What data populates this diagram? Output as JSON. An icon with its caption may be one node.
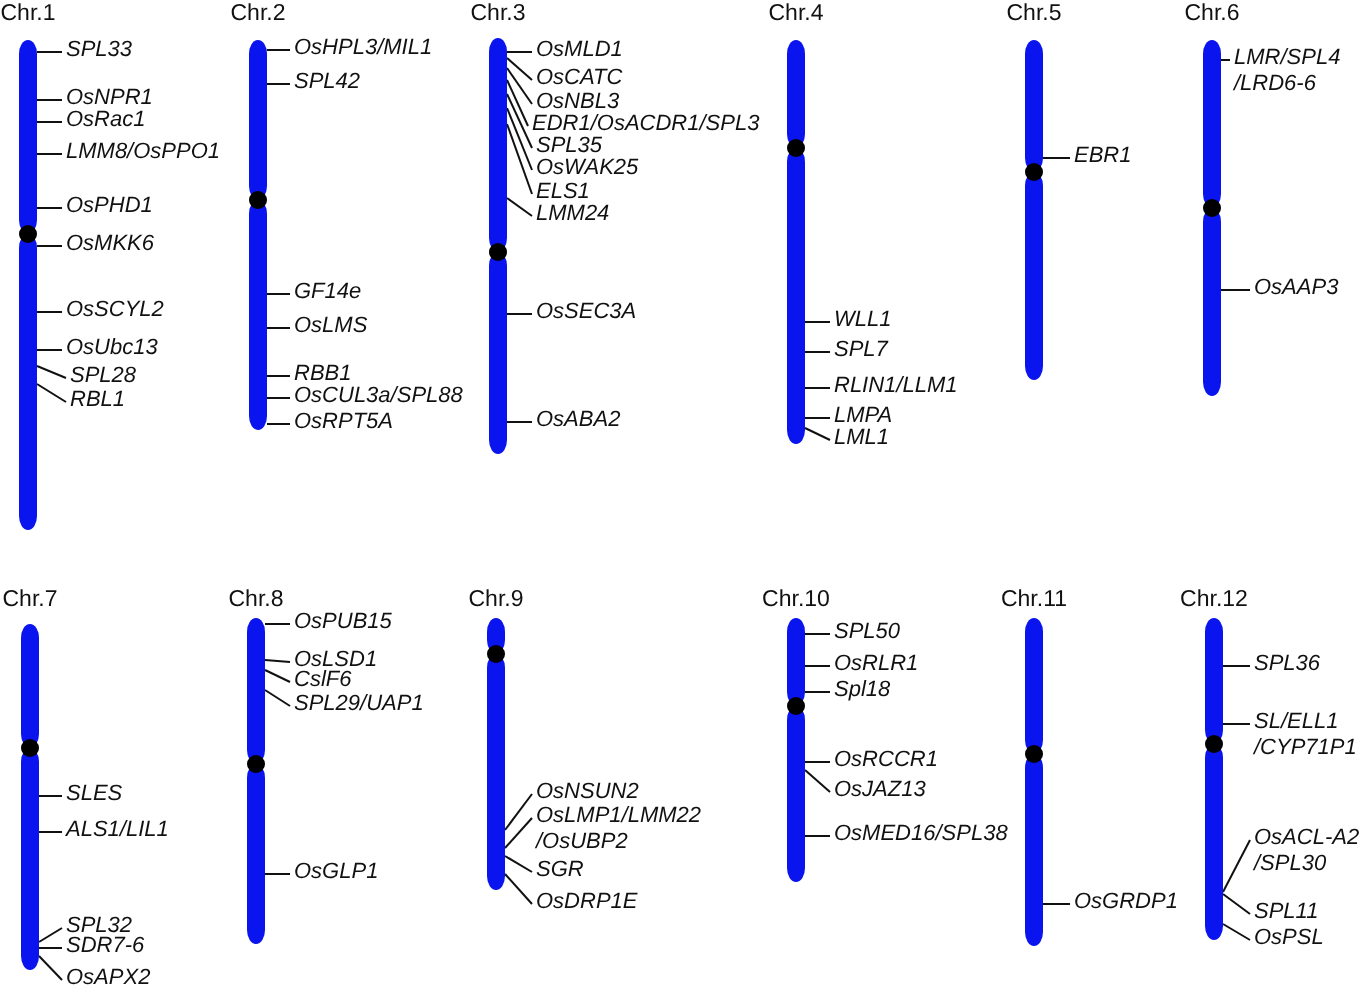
{
  "diagram": {
    "nodes": [
      {
        "text": [
          "Chr.1"
        ]
      },
      {
        "text": [
          "SPL33"
        ]
      },
      {
        "text": [
          "OsNPR1"
        ]
      },
      {
        "text": [
          "OsRac1"
        ]
      },
      {
        "text": [
          "LMM8/OsPPO1"
        ]
      },
      {
        "text": [
          "OsPHD1"
        ]
      },
      {
        "text": [
          "OsMKK6"
        ]
      },
      {
        "text": [
          "OsSCYL2"
        ]
      },
      {
        "text": [
          "OsUbc13"
        ]
      },
      {
        "text": [
          "SPL28"
        ]
      },
      {
        "text": [
          "RBL1"
        ]
      },
      {
        "text": [
          "Chr.2"
        ]
      },
      {
        "text": [
          "OsHPL3/MIL1"
        ]
      },
      {
        "text": [
          "SPL42"
        ]
      },
      {
        "text": [
          "GF14e"
        ]
      },
      {
        "text": [
          "OsLMS"
        ]
      },
      {
        "text": [
          "RBB1"
        ]
      },
      {
        "text": [
          "OsCUL3a/SPL88"
        ]
      },
      {
        "text": [
          "OsRPT5A"
        ]
      },
      {
        "text": [
          "Chr.3"
        ]
      },
      {
        "text": [
          "OsMLD1"
        ]
      },
      {
        "text": [
          "OsCATC"
        ]
      },
      {
        "text": [
          "OsNBL3"
        ]
      },
      {
        "text": [
          "EDR1/OsACDR1/SPL3"
        ]
      },
      {
        "text": [
          "SPL35"
        ]
      },
      {
        "text": [
          "OsWAK25"
        ]
      },
      {
        "text": [
          "ELS1"
        ]
      },
      {
        "text": [
          "LMM24"
        ]
      },
      {
        "text": [
          "OsSEC3A"
        ]
      },
      {
        "text": [
          "OsABA2"
        ]
      },
      {
        "text": [
          "Chr.4"
        ]
      },
      {
        "text": [
          "WLL1"
        ]
      },
      {
        "text": [
          "SPL7"
        ]
      },
      {
        "text": [
          "RLIN1/LLM1"
        ]
      },
      {
        "text": [
          "LMPA"
        ]
      },
      {
        "text": [
          "LML1"
        ]
      },
      {
        "text": [
          "Chr.5"
        ]
      },
      {
        "text": [
          "EBR1"
        ]
      },
      {
        "text": [
          "Chr.6"
        ]
      },
      {
        "text": [
          "LMR/SPL4 /LRD6-6"
        ]
      },
      {
        "text": [
          "OsAAP3"
        ]
      },
      {
        "text": [
          "Chr.7"
        ]
      },
      {
        "text": [
          "SLES"
        ]
      },
      {
        "text": [
          "ALS1/LIL1"
        ]
      },
      {
        "text": [
          "SPL32"
        ]
      },
      {
        "text": [
          "SDR7-6"
        ]
      },
      {
        "text": [
          "OsAPX2"
        ]
      },
      {
        "text": [
          "Chr.8"
        ]
      },
      {
        "text": [
          "OsPUB15"
        ]
      },
      {
        "text": [
          "OsLSD1"
        ]
      },
      {
        "text": [
          "CslF6"
        ]
      },
      {
        "text": [
          "SPL29/UAP1"
        ]
      },
      {
        "text": [
          "OsGLP1"
        ]
      },
      {
        "text": [
          "Chr.9"
        ]
      },
      {
        "text": [
          "OsNSUN2"
        ]
      },
      {
        "text": [
          "OsLMP1/LMM22 /OsUBP2"
        ]
      },
      {
        "text": [
          "SGR"
        ]
      },
      {
        "text": [
          "OsDRP1E"
        ]
      },
      {
        "text": [
          "Chr.10"
        ]
      },
      {
        "text": [
          "SPL50"
        ]
      },
      {
        "text": [
          "OsRLR1"
        ]
      },
      {
        "text": [
          "Spl18"
        ]
      },
      {
        "text": [
          "OsRCCR1"
        ]
      },
      {
        "text": [
          "OsJAZ13"
        ]
      },
      {
        "text": [
          "OsMED16/SPL38"
        ]
      },
      {
        "text": [
          "Chr.11"
        ]
      },
      {
        "text": [
          "OsGRDP1"
        ]
      },
      {
        "text": [
          "Chr.12"
        ]
      },
      {
        "text": [
          "SPL36"
        ]
      },
      {
        "text": [
          "SL/ELL1 /CYP71P1"
        ]
      },
      {
        "text": [
          "OsACL-A2 /SPL30"
        ]
      },
      {
        "text": [
          "SPL11"
        ]
      },
      {
        "text": [
          "OsPSL"
        ]
      }
    ],
    "edges": [
      {
        "from": 1,
        "to": 0,
        "arrow": "none"
      },
      {
        "from": 2,
        "to": 0,
        "arrow": "none"
      },
      {
        "from": 3,
        "to": 0,
        "arrow": "none"
      },
      {
        "from": 4,
        "to": 0,
        "arrow": "none"
      },
      {
        "from": 5,
        "to": 0,
        "arrow": "none"
      },
      {
        "from": 6,
        "to": 0,
        "arrow": "none"
      },
      {
        "from": 7,
        "to": 0,
        "arrow": "none"
      },
      {
        "from": 8,
        "to": 0,
        "arrow": "none"
      },
      {
        "from": 9,
        "to": 0,
        "arrow": "none"
      },
      {
        "from": 10,
        "to": 0,
        "arrow": "none"
      },
      {
        "from": 12,
        "to": 11,
        "arrow": "none"
      },
      {
        "from": 13,
        "to": 11,
        "arrow": "none"
      },
      {
        "from": 14,
        "to": 11,
        "arrow": "none"
      },
      {
        "from": 15,
        "to": 11,
        "arrow": "none"
      },
      {
        "from": 16,
        "to": 11,
        "arrow": "none"
      },
      {
        "from": 17,
        "to": 11,
        "arrow": "none"
      },
      {
        "from": 18,
        "to": 11,
        "arrow": "none"
      },
      {
        "from": 20,
        "to": 19,
        "arrow": "none"
      },
      {
        "from": 21,
        "to": 19,
        "arrow": "none"
      },
      {
        "from": 22,
        "to": 19,
        "arrow": "none"
      },
      {
        "from": 23,
        "to": 19,
        "arrow": "none"
      },
      {
        "from": 24,
        "to": 19,
        "arrow": "none"
      },
      {
        "from": 25,
        "to": 19,
        "arrow": "none"
      },
      {
        "from": 26,
        "to": 19,
        "arrow": "none"
      },
      {
        "from": 27,
        "to": 19,
        "arrow": "none"
      },
      {
        "from": 28,
        "to": 19,
        "arrow": "none"
      },
      {
        "from": 29,
        "to": 19,
        "arrow": "none"
      },
      {
        "from": 31,
        "to": 30,
        "arrow": "none"
      },
      {
        "from": 32,
        "to": 30,
        "arrow": "none"
      },
      {
        "from": 33,
        "to": 30,
        "arrow": "none"
      },
      {
        "from": 34,
        "to": 30,
        "arrow": "none"
      },
      {
        "from": 35,
        "to": 30,
        "arrow": "none"
      },
      {
        "from": 37,
        "to": 36,
        "arrow": "none"
      },
      {
        "from": 39,
        "to": 38,
        "arrow": "none"
      },
      {
        "from": 40,
        "to": 38,
        "arrow": "none"
      },
      {
        "from": 42,
        "to": 41,
        "arrow": "none"
      },
      {
        "from": 43,
        "to": 41,
        "arrow": "none"
      },
      {
        "from": 44,
        "to": 41,
        "arrow": "none"
      },
      {
        "from": 45,
        "to": 41,
        "arrow": "none"
      },
      {
        "from": 46,
        "to": 41,
        "arrow": "none"
      },
      {
        "from": 48,
        "to": 47,
        "arrow": "none"
      },
      {
        "from": 49,
        "to": 47,
        "arrow": "none"
      },
      {
        "from": 50,
        "to": 47,
        "arrow": "none"
      },
      {
        "from": 51,
        "to": 47,
        "arrow": "none"
      },
      {
        "from": 52,
        "to": 47,
        "arrow": "none"
      },
      {
        "from": 54,
        "to": 53,
        "arrow": "none"
      },
      {
        "from": 55,
        "to": 53,
        "arrow": "none"
      },
      {
        "from": 56,
        "to": 53,
        "arrow": "none"
      },
      {
        "from": 57,
        "to": 53,
        "arrow": "none"
      },
      {
        "from": 59,
        "to": 58,
        "arrow": "none"
      },
      {
        "from": 60,
        "to": 58,
        "arrow": "none"
      },
      {
        "from": 61,
        "to": 58,
        "arrow": "none"
      },
      {
        "from": 62,
        "to": 58,
        "arrow": "none"
      },
      {
        "from": 63,
        "to": 58,
        "arrow": "none"
      },
      {
        "from": 64,
        "to": 58,
        "arrow": "none"
      },
      {
        "from": 66,
        "to": 65,
        "arrow": "none"
      },
      {
        "from": 68,
        "to": 67,
        "arrow": "none"
      },
      {
        "from": 69,
        "to": 67,
        "arrow": "none"
      },
      {
        "from": 70,
        "to": 67,
        "arrow": "none"
      },
      {
        "from": 71,
        "to": 67,
        "arrow": "none"
      },
      {
        "from": 72,
        "to": 67,
        "arrow": "none"
      }
    ]
  }
}
